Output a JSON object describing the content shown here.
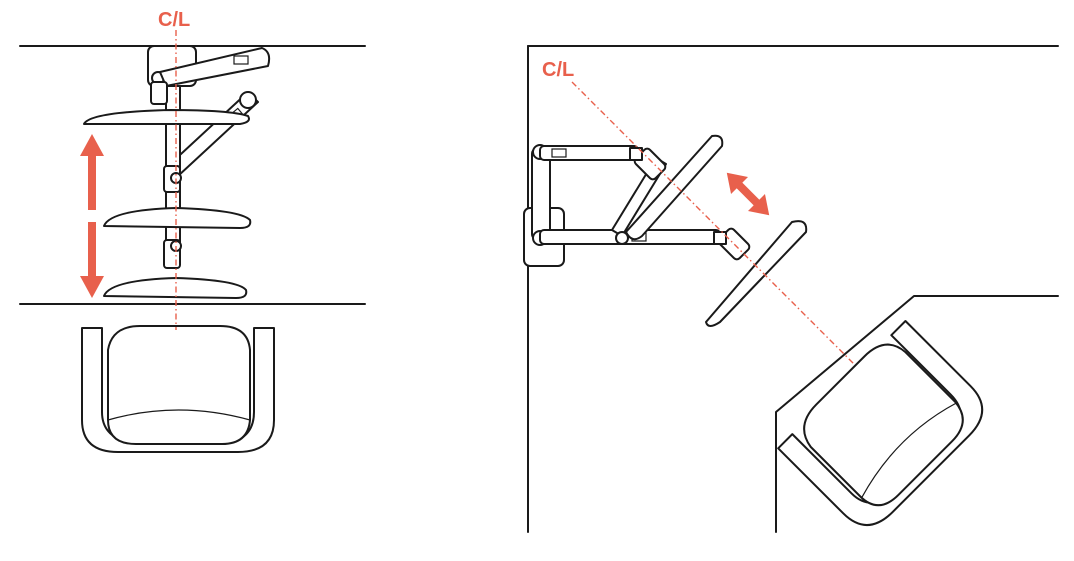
{
  "labels": {
    "left_centerline": "C/L",
    "right_centerline": "C/L"
  },
  "colors": {
    "accent": "#e8604c",
    "ink": "#1a1a1a",
    "background": "#ffffff"
  },
  "icons": {
    "up_down_arrow": "double-arrow-vertical",
    "diagonal_arrow": "double-arrow-diagonal"
  }
}
